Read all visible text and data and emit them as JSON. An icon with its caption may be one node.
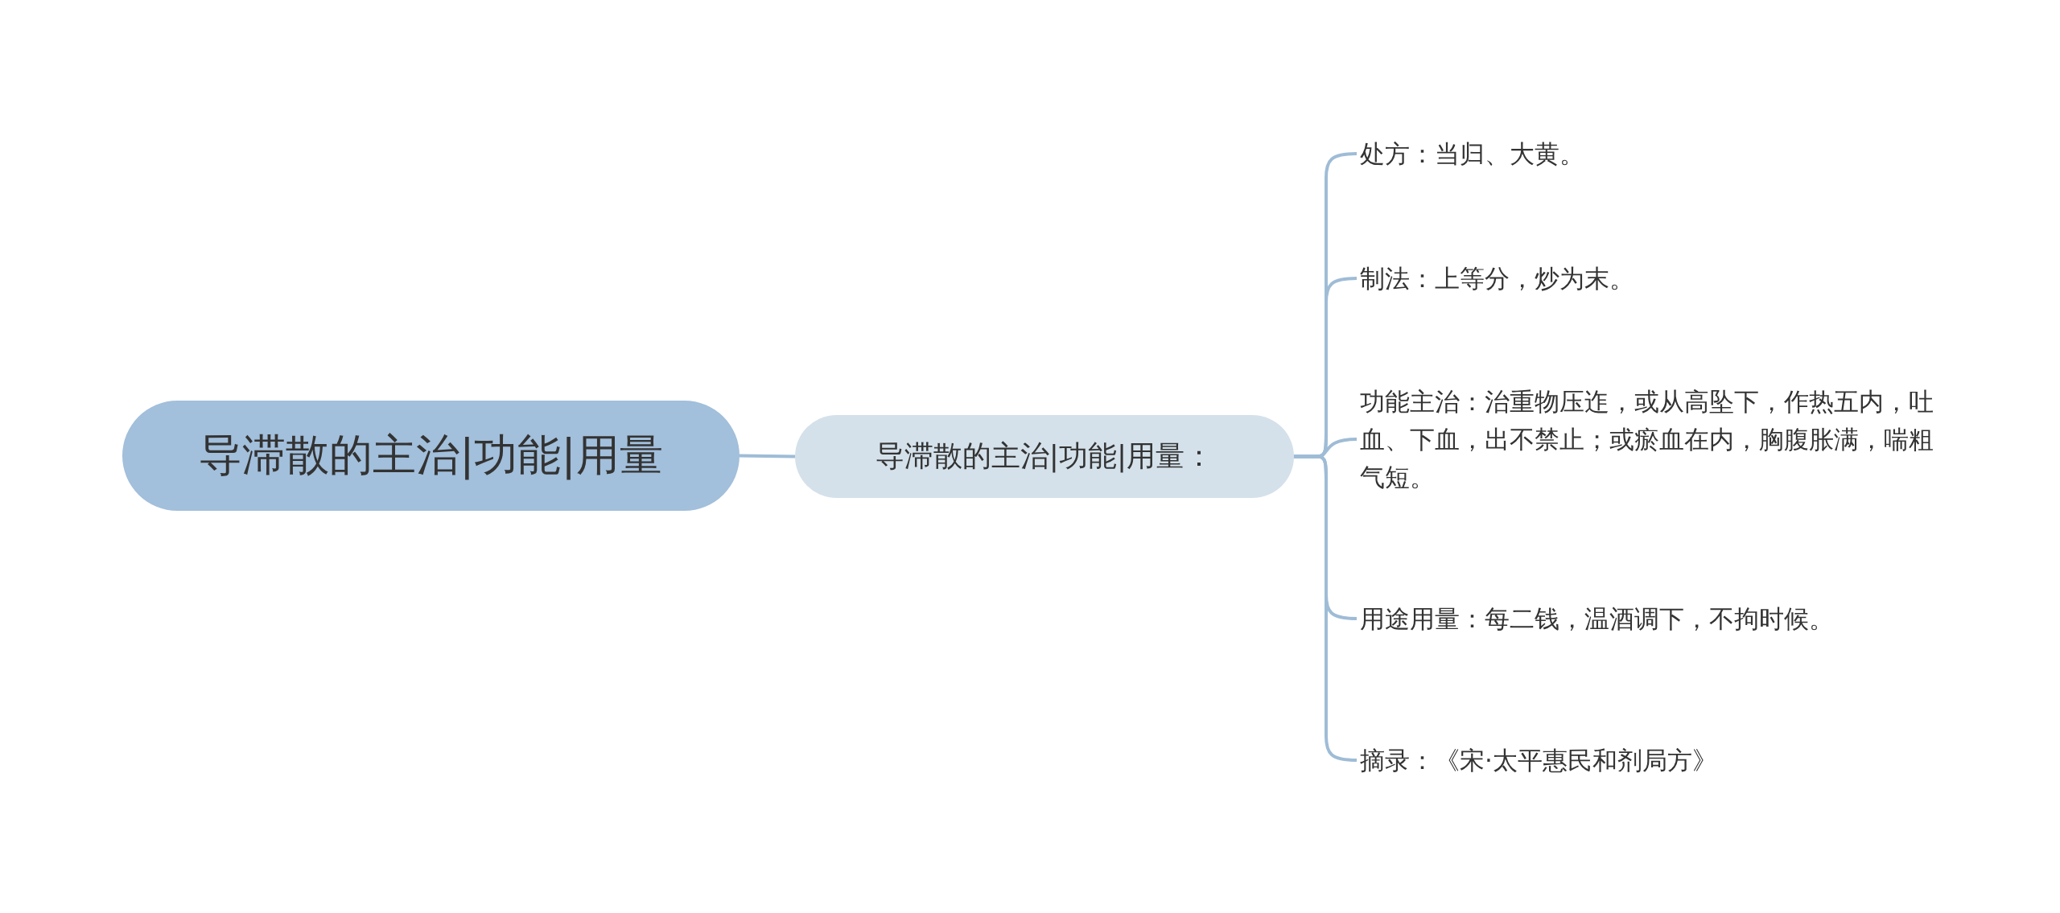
{
  "diagram": {
    "nodes": [
      {
        "text": [
          "导滞散的主治|功能|用量"
        ]
      },
      {
        "text": [
          "导滞散的主治|功能|用量："
        ]
      },
      {
        "text": [
          "处方：当归、大黄。"
        ]
      },
      {
        "text": [
          "制法：上等分，炒为末。"
        ]
      },
      {
        "text": [
          "功能主治：治重物压迮，或从高坠下，作热五内，吐血、下血，出不禁止；或瘀血在内，胸腹胀满，喘粗气短。"
        ]
      },
      {
        "text": [
          "用途用量：每二钱，温酒调下，不拘时候。"
        ]
      },
      {
        "text": [
          "摘录：《宋·太平惠民和剂局方》"
        ]
      }
    ],
    "edges": [
      {
        "from": 0,
        "to": 1,
        "arrow": "none"
      },
      {
        "from": 1,
        "to": 2,
        "arrow": "none"
      },
      {
        "from": 1,
        "to": 3,
        "arrow": "none"
      },
      {
        "from": 1,
        "to": 4,
        "arrow": "none"
      },
      {
        "from": 1,
        "to": 5,
        "arrow": "none"
      },
      {
        "from": 1,
        "to": 6,
        "arrow": "none"
      }
    ]
  }
}
